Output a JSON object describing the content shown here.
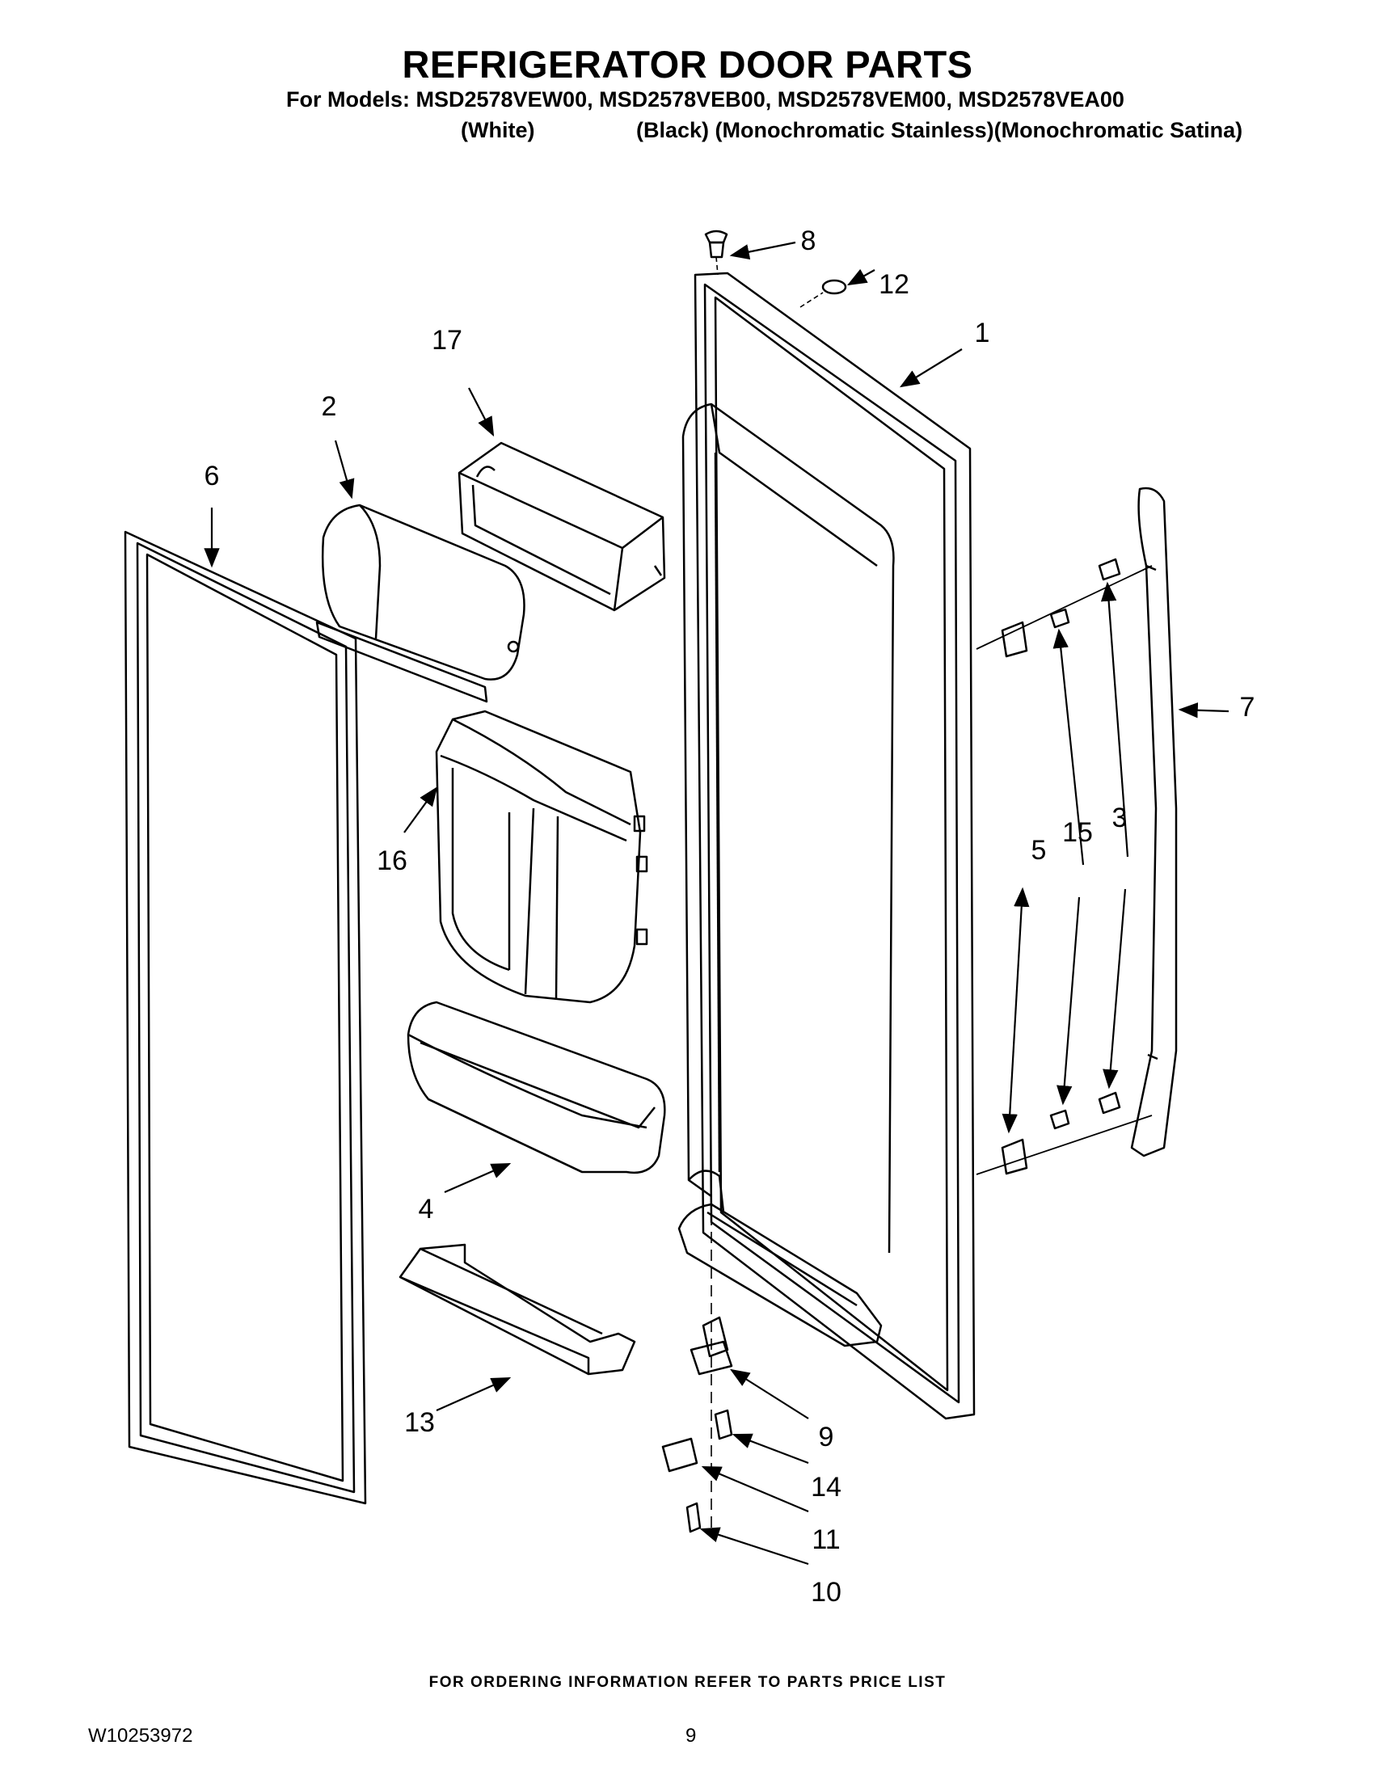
{
  "header": {
    "title": "REFRIGERATOR DOOR PARTS",
    "models_line": "For Models: MSD2578VEW00, MSD2578VEB00, MSD2578VEM00, MSD2578VEA00",
    "variant_white": "(White)",
    "variant_rest": "(Black) (Monochromatic Stainless)(Monochromatic Satina)"
  },
  "callouts": [
    {
      "id": "c1",
      "label": "1"
    },
    {
      "id": "c2",
      "label": "2"
    },
    {
      "id": "c3",
      "label": "3"
    },
    {
      "id": "c4",
      "label": "4"
    },
    {
      "id": "c5",
      "label": "5"
    },
    {
      "id": "c6",
      "label": "6"
    },
    {
      "id": "c7",
      "label": "7"
    },
    {
      "id": "c8",
      "label": "8"
    },
    {
      "id": "c9",
      "label": "9"
    },
    {
      "id": "c10",
      "label": "10"
    },
    {
      "id": "c11",
      "label": "11"
    },
    {
      "id": "c12",
      "label": "12"
    },
    {
      "id": "c13",
      "label": "13"
    },
    {
      "id": "c14",
      "label": "14"
    },
    {
      "id": "c15",
      "label": "15"
    },
    {
      "id": "c16",
      "label": "16"
    },
    {
      "id": "c17",
      "label": "17"
    }
  ],
  "footer": {
    "note": "FOR ORDERING INFORMATION REFER TO PARTS PRICE LIST",
    "doc_number": "W10253972",
    "page_number": "9"
  }
}
